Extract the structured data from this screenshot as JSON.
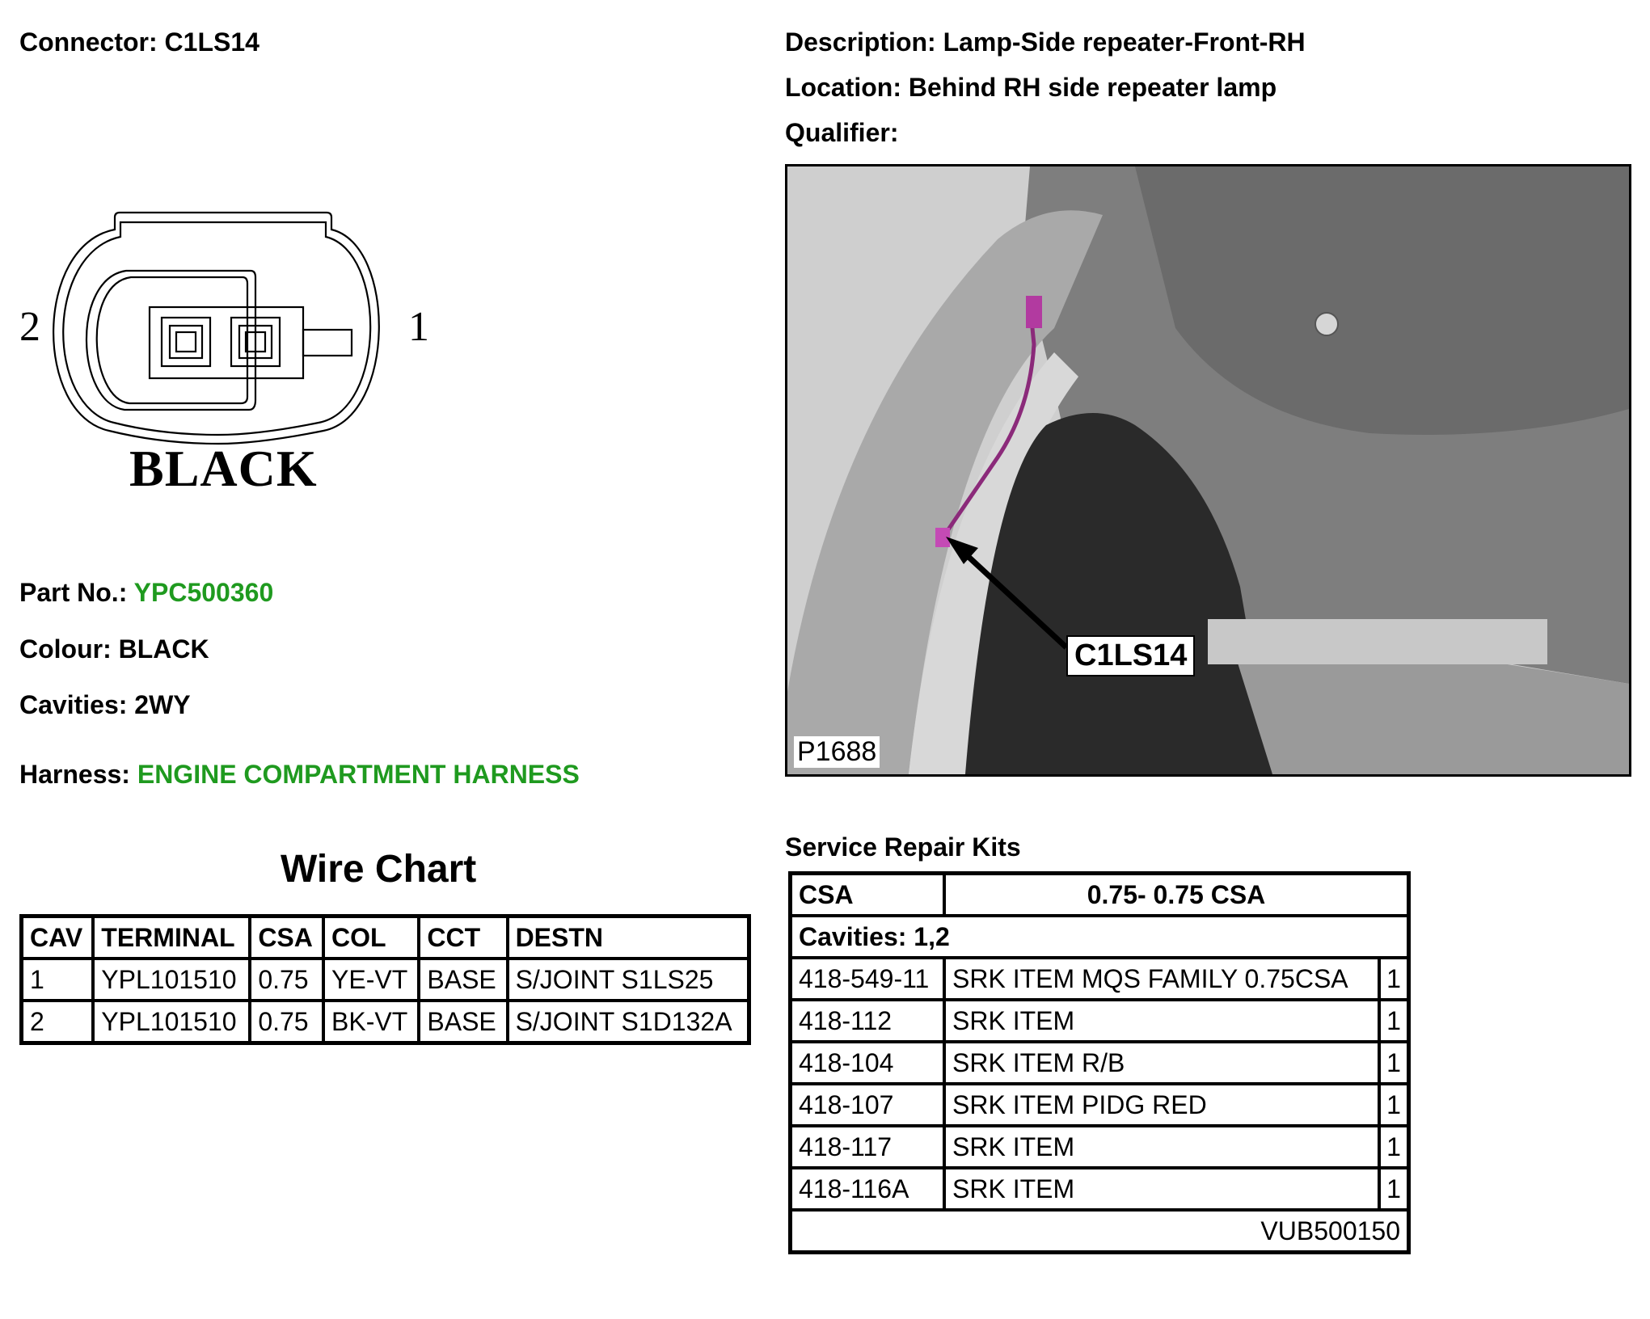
{
  "header": {
    "connector_label": "Connector:",
    "connector_value": "C1LS14",
    "description_label": "Description:",
    "description_value": "Lamp-Side repeater-Front-RH",
    "location_label": "Location:",
    "location_value": "Behind RH side repeater lamp",
    "qualifier_label": "Qualifier:"
  },
  "diagram": {
    "pin_left": "2",
    "pin_right": "1",
    "colour_text": "BLACK"
  },
  "details": {
    "part_label": "Part No.:",
    "part_value": "YPC500360",
    "colour_label": "Colour:",
    "colour_value": "BLACK",
    "cavities_label": "Cavities:",
    "cavities_value": "2WY",
    "harness_label": "Harness:",
    "harness_value": "ENGINE COMPARTMENT HARNESS"
  },
  "photo": {
    "callout": "C1LS14",
    "ref": "P1688"
  },
  "wire_chart": {
    "title": "Wire Chart",
    "headers": [
      "CAV",
      "TERMINAL",
      "CSA",
      "COL",
      "CCT",
      "DESTN"
    ],
    "rows": [
      [
        "1",
        "YPL101510",
        "0.75",
        "YE-VT",
        "BASE",
        "S/JOINT S1LS25"
      ],
      [
        "2",
        "YPL101510",
        "0.75",
        "BK-VT",
        "BASE",
        "S/JOINT S1D132A"
      ]
    ]
  },
  "srk": {
    "title": "Service Repair Kits",
    "csa_label": "CSA",
    "csa_value": "0.75- 0.75 CSA",
    "cavities": "Cavities: 1,2",
    "items": [
      {
        "code": "418-549-11",
        "desc": "SRK ITEM MQS FAMILY 0.75CSA",
        "qty": "1"
      },
      {
        "code": "418-112",
        "desc": "SRK ITEM",
        "qty": "1"
      },
      {
        "code": "418-104",
        "desc": "SRK ITEM R/B",
        "qty": "1"
      },
      {
        "code": "418-107",
        "desc": "SRK ITEM PIDG RED",
        "qty": "1"
      },
      {
        "code": "418-117",
        "desc": "SRK ITEM",
        "qty": "1"
      },
      {
        "code": "418-116A",
        "desc": "SRK ITEM",
        "qty": "1"
      }
    ],
    "footer": "VUB500150"
  },
  "colors": {
    "green_text": "#1f9a1f",
    "wire_magenta": "#8b2a7a"
  }
}
